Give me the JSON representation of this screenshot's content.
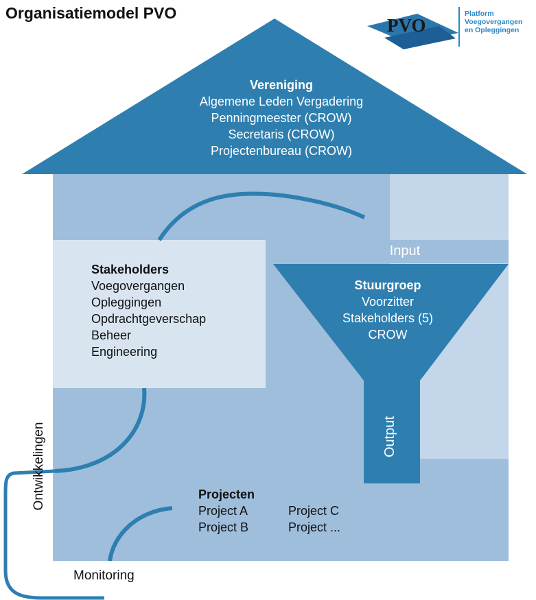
{
  "title": "Organisatiemodel PVO",
  "logo": {
    "mark": "PVO",
    "line1": "Platform",
    "line2": "Voegovergangen",
    "line3": "en Opleggingen"
  },
  "vereniging": {
    "heading": "Vereniging",
    "lines": [
      "Algemene Leden Vergadering",
      "Penningmeester (CROW)",
      "Secretaris (CROW)",
      "Projectenbureau (CROW)"
    ]
  },
  "stakeholders": {
    "heading": "Stakeholders",
    "lines": [
      "Voegovergangen",
      "Opleggingen",
      "Opdrachtgeverschap",
      "Beheer",
      "Engineering"
    ]
  },
  "funnel": {
    "input": "Input",
    "heading": "Stuurgroep",
    "lines": [
      "Voorzitter",
      "Stakeholders (5)",
      "CROW"
    ],
    "output": "Output"
  },
  "projecten": {
    "heading": "Projecten",
    "col1": [
      "Project A",
      "Project B"
    ],
    "col2": [
      "Project C",
      "Project ..."
    ]
  },
  "side_labels": {
    "ontwikkelingen": "Ontwikkelingen",
    "monitoring": "Monitoring"
  },
  "colors": {
    "dark_blue": "#2e7fb0",
    "mid_blue": "#9fbedc",
    "light_blue": "#c3d6ea",
    "pale_blue": "#d8e5f1",
    "logo_blue": "#2a86c4"
  }
}
